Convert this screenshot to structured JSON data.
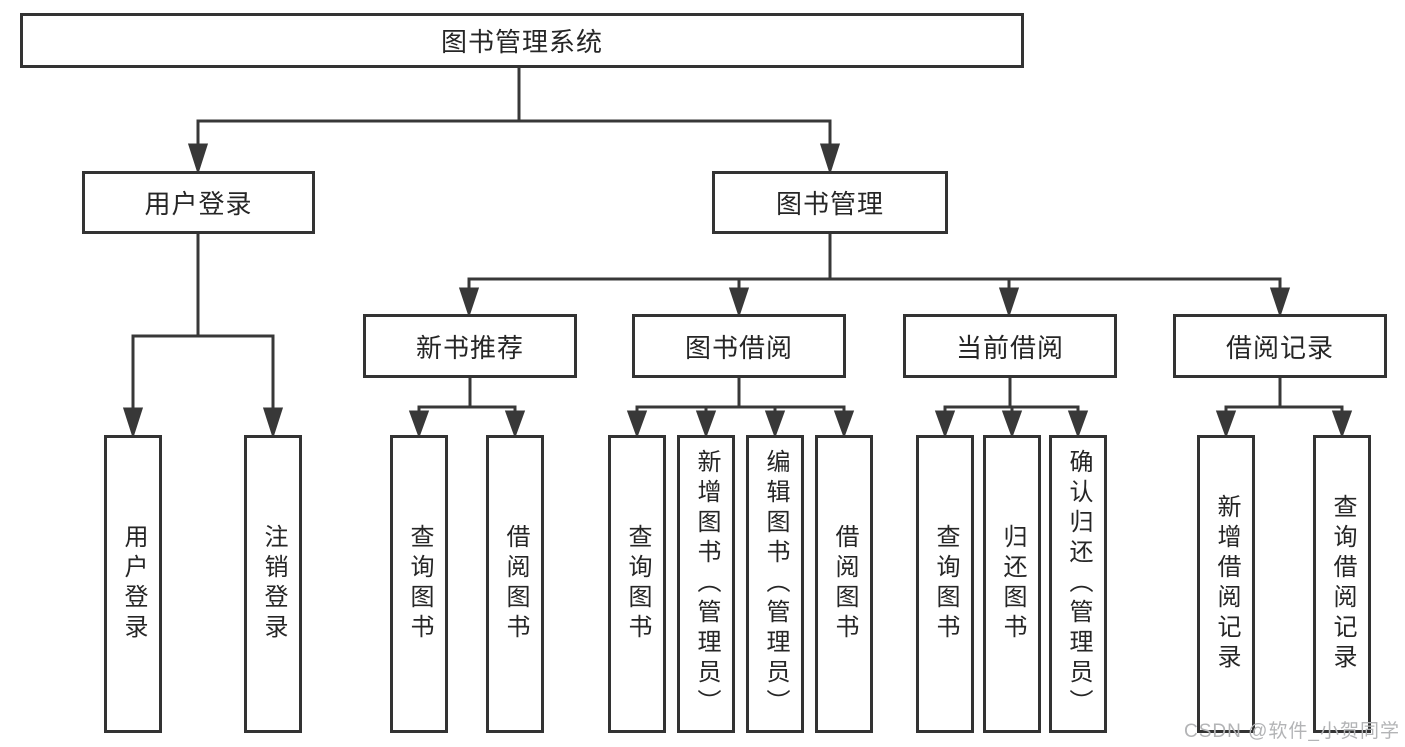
{
  "colors": {
    "line": "#383838",
    "box_border": "#333333",
    "box_background": "#ffffff",
    "text": "#262626",
    "watermark_text": "#b3b4b6"
  },
  "tree": {
    "root": {
      "label": "图书管理系统"
    },
    "branches": [
      {
        "label": "用户登录",
        "children": [
          {
            "label": "用户登录"
          },
          {
            "label": "注销登录"
          }
        ]
      },
      {
        "label": "图书管理",
        "groups": [
          {
            "label": "新书推荐",
            "children": [
              {
                "label": "查询图书"
              },
              {
                "label": "借阅图书"
              }
            ]
          },
          {
            "label": "图书借阅",
            "children": [
              {
                "label": "查询图书"
              },
              {
                "label": "新增图书（管理员）"
              },
              {
                "label": "编辑图书（管理员）"
              },
              {
                "label": "借阅图书"
              }
            ]
          },
          {
            "label": "当前借阅",
            "children": [
              {
                "label": "查询图书"
              },
              {
                "label": "归还图书"
              },
              {
                "label": "确认归还（管理员）"
              }
            ]
          },
          {
            "label": "借阅记录",
            "children": [
              {
                "label": "新增借阅记录"
              },
              {
                "label": "查询借阅记录"
              }
            ]
          }
        ]
      }
    ]
  },
  "watermark": {
    "text": "CSDN @软件_小贺同学"
  }
}
